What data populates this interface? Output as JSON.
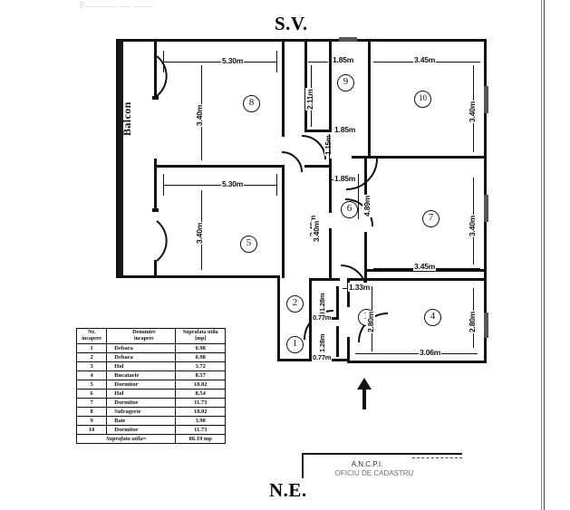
{
  "page": {
    "faint_top_text": "p________ ___ _____",
    "orientation_top": "S.V.",
    "orientation_bottom": "N.E.",
    "agency_line1": "A.N.C.P.I.",
    "agency_line2": "OFICIU DE CADASTRU",
    "north_arrow": "north-arrow-icon"
  },
  "plan": {
    "balcony_label": "Balcon",
    "rooms": [
      {
        "num": "1",
        "name": "Debara",
        "area": "0.98",
        "w": "0.77m",
        "h": "1.28m"
      },
      {
        "num": "2",
        "name": "Debara",
        "area": "0.98",
        "w": "0.77m",
        "h": "1.28m"
      },
      {
        "num": "3",
        "name": "Hol",
        "area": "3.72",
        "w": "1.33m",
        "h": "2.80m"
      },
      {
        "num": "4",
        "name": "Bucatarie",
        "area": "8.57",
        "w": "3.06m",
        "h": "2.80m"
      },
      {
        "num": "5",
        "name": "Dormitor",
        "area": "18.02",
        "w": "5.30m",
        "h": "3.40m"
      },
      {
        "num": "6",
        "name": "Hol",
        "area": "8.54",
        "w": "1.85m",
        "h": "4.89m"
      },
      {
        "num": "7",
        "name": "Dormitor",
        "area": "11.73",
        "w": "3.45m",
        "h": "3.40m"
      },
      {
        "num": "8",
        "name": "Sufragerie",
        "area": "18.02",
        "w": "5.30m",
        "h": "3.40m"
      },
      {
        "num": "9",
        "name": "Baie",
        "area": "3.90",
        "w": "1.85m",
        "h": "2.11m"
      },
      {
        "num": "10",
        "name": "Dormitor",
        "area": "11.73",
        "w": "3.45m",
        "h": "3.40m"
      }
    ],
    "dimensions": {
      "d_530_top": "5.30m",
      "d_530_mid": "5.30m",
      "d_340_r8": "3.40m",
      "d_340_r5": "3.40m",
      "d_185_r9": "1.85m",
      "d_211_r9": "2.11m",
      "d_345_r10": "3.45m",
      "d_340_r10": "3.40m",
      "d_115": "1.15m",
      "d_185_mid": "1.85m",
      "d_185_r6": "1.85m",
      "d_340_r6": "3.40m",
      "d_489_r6": "4.89m",
      "d_345_r7": "3.45m",
      "d_340_r7": "3.40m",
      "d_345_b": "3.45m",
      "d_133": "1.33m",
      "d_128_a": "1.28m",
      "d_077_a": "0.77m",
      "d_128_b": "1.28m",
      "d_077_b": "0.77m",
      "d_280_r3": "2.80m",
      "d_280_r4": "2.80m",
      "d_306": "3.06m"
    }
  },
  "table": {
    "headers": {
      "nr_l1": "Nr.",
      "nr_l2": "incapere",
      "name_l1": "Denumire",
      "name_l2": "incapere",
      "area_l1": "Suprafata utila",
      "area_l2": "[mp]"
    },
    "rows": [
      {
        "nr": "1",
        "name": "Debara",
        "area": "0.98"
      },
      {
        "nr": "2",
        "name": "Debara",
        "area": "0.98"
      },
      {
        "nr": "3",
        "name": "Hol",
        "area": "3.72"
      },
      {
        "nr": "4",
        "name": "Bucatarie",
        "area": "8.57"
      },
      {
        "nr": "5",
        "name": "Dormitor",
        "area": "18.02"
      },
      {
        "nr": "6",
        "name": "Hol",
        "area": "8.54"
      },
      {
        "nr": "7",
        "name": "Dormitor",
        "area": "11.73"
      },
      {
        "nr": "8",
        "name": "Sufragerie",
        "area": "18.02"
      },
      {
        "nr": "9",
        "name": "Baie",
        "area": "3.90"
      },
      {
        "nr": "10",
        "name": "Dormitor",
        "area": "11.73"
      }
    ],
    "total_label": "Suprafata utila=",
    "total_value": "86.19 mp"
  }
}
